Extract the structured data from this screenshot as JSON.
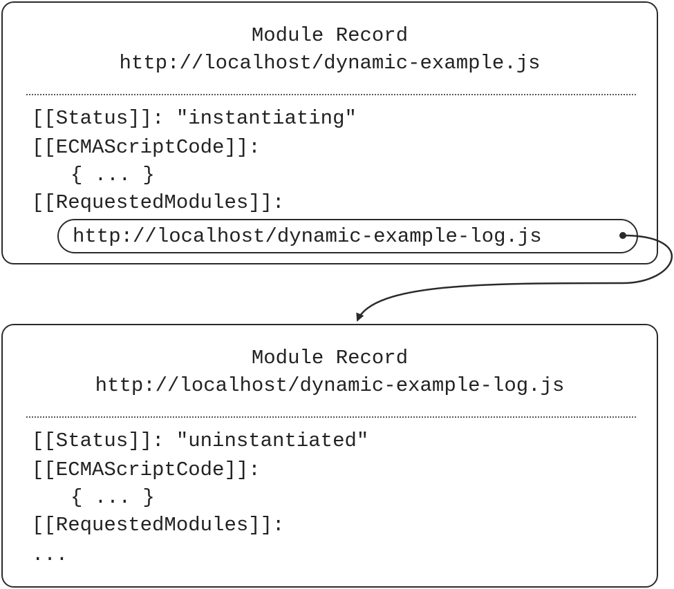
{
  "records": {
    "top": {
      "title": "Module Record",
      "url": "http://localhost/dynamic-example.js",
      "status_line": "[[Status]]: \"instantiating\"",
      "code_label": "[[ECMAScriptCode]]:",
      "code_value": "{ ... }",
      "requested_label": "[[RequestedModules]]:",
      "requested_module": "http://localhost/dynamic-example-log.js"
    },
    "bottom": {
      "title": "Module Record",
      "url": "http://localhost/dynamic-example-log.js",
      "status_line": "[[Status]]: \"uninstantiated\"",
      "code_label": "[[ECMAScriptCode]]:",
      "code_value": "{ ... }",
      "requested_label": "[[RequestedModules]]:",
      "requested_value": "..."
    }
  },
  "colors": {
    "stroke": "#2a2a2a",
    "text": "#222222",
    "background": "#ffffff"
  }
}
